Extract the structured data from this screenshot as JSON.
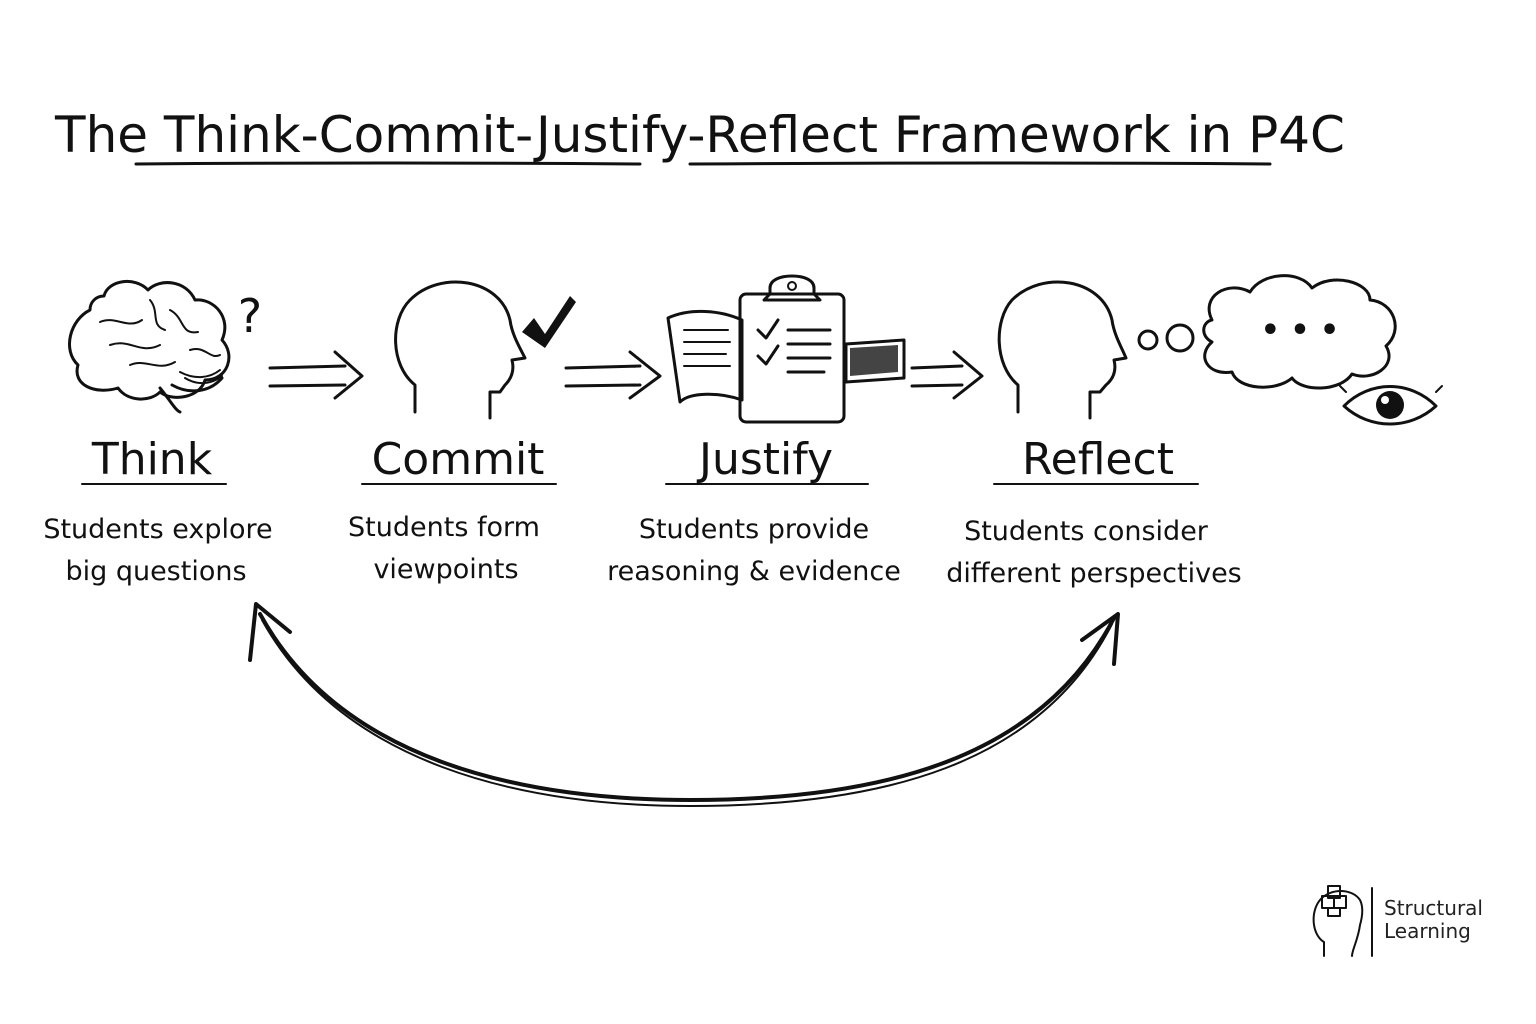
{
  "title": "The Think-Commit-Justify-Reflect Framework in P4C",
  "stages": [
    {
      "label": "Think",
      "desc_line1": "Students explore",
      "desc_line2": "big questions",
      "icon": "brain-question-icon"
    },
    {
      "label": "Commit",
      "desc_line1": "Students form",
      "desc_line2": "viewpoints",
      "icon": "head-checkmark-icon"
    },
    {
      "label": "Justify",
      "desc_line1": "Students provide",
      "desc_line2": "reasoning & evidence",
      "icon": "clipboard-books-icon"
    },
    {
      "label": "Reflect",
      "desc_line1": "Students consider",
      "desc_line2": "different perspectives",
      "icon": "head-thought-eye-icon"
    }
  ],
  "brain_question_mark": "?",
  "thought_bubble_text": "• • •",
  "logo": {
    "line1": "Structural",
    "line2": "Learning",
    "icon": "head-puzzle-logo-icon"
  },
  "colors": {
    "ink": "#111111",
    "background": "#ffffff"
  }
}
